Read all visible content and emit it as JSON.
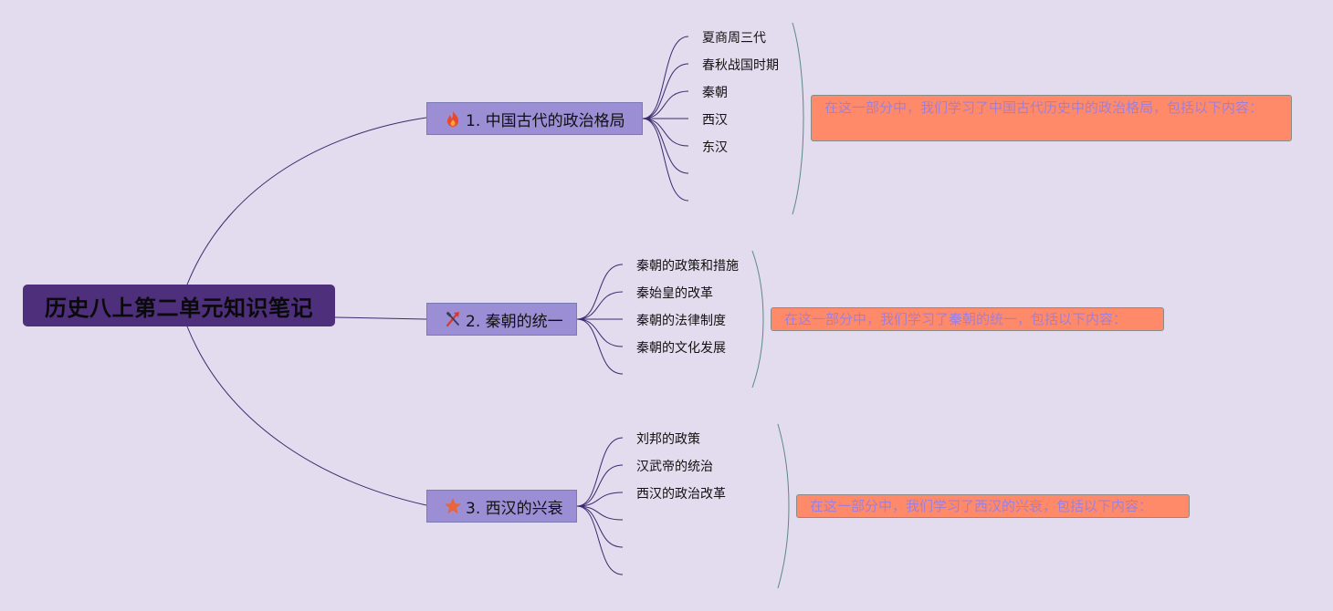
{
  "root": {
    "title": "历史八上第二单元知识笔记"
  },
  "topics": [
    {
      "label": "1. 中国古代的政治格局",
      "icon": "fire-icon",
      "icon_color": "#e8492a",
      "leaves": [
        "夏商周三代",
        "春秋战国时期",
        "秦朝",
        "西汉",
        "东汉",
        "",
        ""
      ],
      "summary": "在这一部分中，我们学习了中国古代历史中的政治格局，包括以下内容：",
      "summary_color": "#ff8a6a"
    },
    {
      "label": "2. 秦朝的统一",
      "icon": "hammer-pick-icon",
      "icon_color": "#d83a2a",
      "leaves": [
        "秦朝的政策和措施",
        "秦始皇的改革",
        "秦朝的法律制度",
        "秦朝的文化发展",
        ""
      ],
      "summary": "在这一部分中，我们学习了秦朝的统一，包括以下内容：",
      "summary_color": "#ff8a6a"
    },
    {
      "label": "3. 西汉的兴衰",
      "icon": "star-icon",
      "icon_color": "#e8663a",
      "leaves": [
        "刘邦的政策",
        "汉武帝的统治",
        "西汉的政治改革",
        "",
        "",
        ""
      ],
      "summary": "在这一部分中，我们学习了西汉的兴衰，包括以下内容：",
      "summary_color": "#ff8a6a"
    }
  ],
  "colors": {
    "background": "#e3dbee",
    "root_fill": "#4d2f7b",
    "topic_fill": "#9b8ed4",
    "connector": "#3d2a6e",
    "bracket": "#5a8a8a",
    "summary_text": "#a07fd8"
  }
}
